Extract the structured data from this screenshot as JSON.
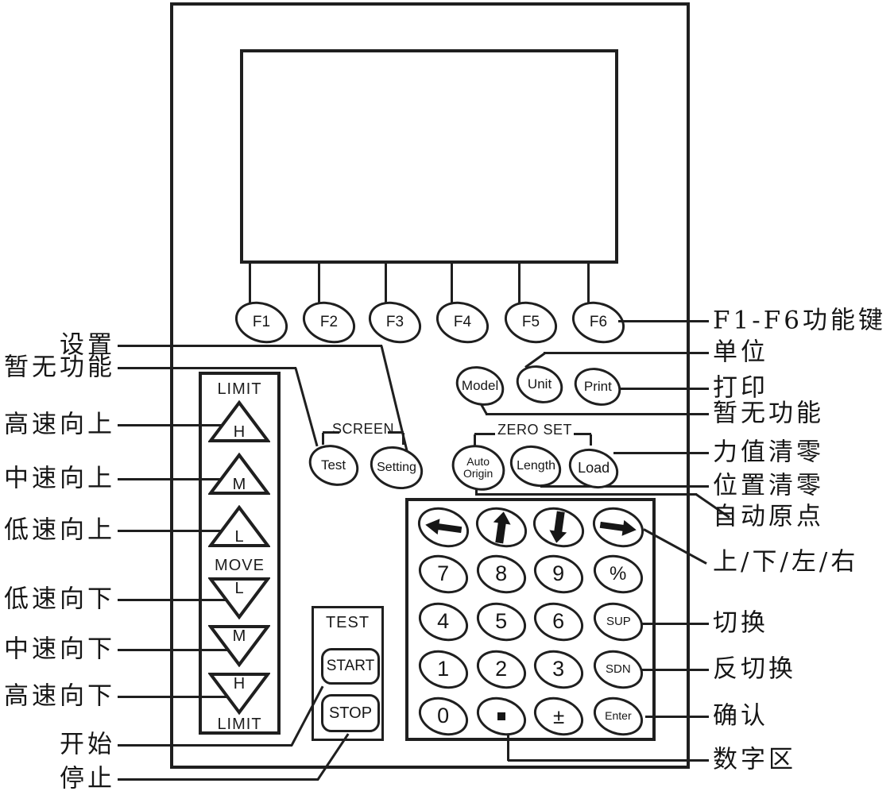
{
  "colors": {
    "line": "#1f1f1f",
    "background": "#ffffff"
  },
  "function_keys": {
    "labels": [
      "F1",
      "F2",
      "F3",
      "F4",
      "F5",
      "F6"
    ]
  },
  "top_keys": {
    "model": "Model",
    "unit": "Unit",
    "print": "Print"
  },
  "screen_group": {
    "title": "SCREEN",
    "test": "Test",
    "setting": "Setting"
  },
  "zero_set_group": {
    "title": "ZERO SET",
    "keys": [
      "Auto\nOrigin",
      "Length",
      "Load"
    ]
  },
  "limit_move_panel": {
    "top_title": "LIMIT",
    "up_keys": [
      "H",
      "M",
      "L"
    ],
    "mid_title": "MOVE",
    "down_keys": [
      "L",
      "M",
      "H"
    ],
    "bottom_title": "LIMIT"
  },
  "test_group": {
    "title": "TEST",
    "start": "START",
    "stop": "STOP"
  },
  "keypad": {
    "rows": [
      [
        "left-arrow",
        "up-arrow",
        "down-arrow",
        "right-arrow"
      ],
      [
        "7",
        "8",
        "9",
        "%"
      ],
      [
        "4",
        "5",
        "6",
        "SUP"
      ],
      [
        "1",
        "2",
        "3",
        "SDN"
      ],
      [
        "0",
        ".",
        "±",
        "Enter"
      ]
    ]
  },
  "callouts_left": [
    "设置",
    "暂无功能",
    "高速向上",
    "中速向上",
    "低速向上",
    "低速向下",
    "中速向下",
    "高速向下",
    "开始",
    "停止"
  ],
  "callouts_right": [
    "F1-F6功能键",
    "单位",
    "打印",
    "暂无功能",
    "力值清零",
    "位置清零",
    "自动原点",
    "上/下/左/右",
    "切换",
    "反切换",
    "确认",
    "数字区"
  ]
}
